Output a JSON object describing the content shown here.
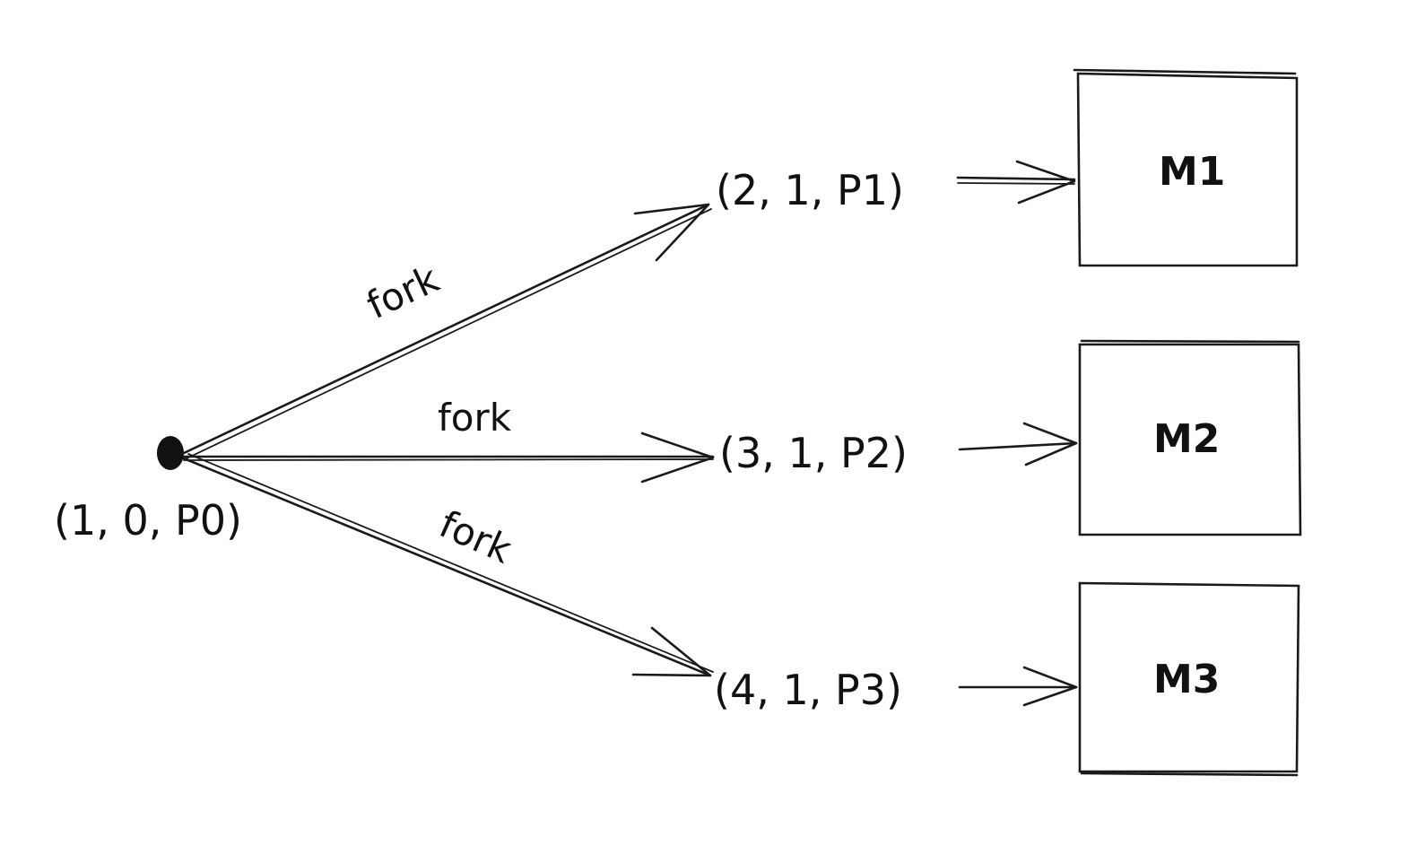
{
  "root": {
    "label": "(1, 0, P0)"
  },
  "children": [
    {
      "label": "(2, 1, P1)",
      "edge_label": "fork",
      "target": "M1"
    },
    {
      "label": "(3, 1, P2)",
      "edge_label": "fork",
      "target": "M2"
    },
    {
      "label": "(4, 1, P3)",
      "edge_label": "fork",
      "target": "M3"
    }
  ],
  "colors": {
    "ink": "#1a1a1a",
    "background": "#ffffff"
  }
}
